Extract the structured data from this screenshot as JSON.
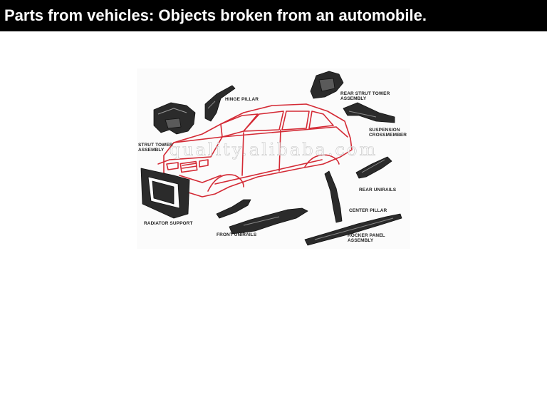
{
  "slide": {
    "title": "Parts from vehicles:  Objects broken from an automobile."
  },
  "figure": {
    "watermark": "quality.alibaba.com",
    "labels": {
      "hinge_pillar": "HINGE PILLAR",
      "rear_strut_tower_line1": "REAR STRUT TOWER",
      "rear_strut_tower_line2": "ASSEMBLY",
      "suspension_line1": "SUSPENSION",
      "suspension_line2": "CROSSMEMBER",
      "strut_tower_line1": "STRUT TOWER",
      "strut_tower_line2": "ASSEMBLY",
      "rear_unirails": "REAR  UNIRAILS",
      "center_pillar": "CENTER  PILLAR",
      "radiator_support": "RADIATOR SUPPORT",
      "front_unirails": "FRONT UNIRAILS",
      "rocker_panel_line1": "ROCKER  PANEL",
      "rocker_panel_line2": "ASSEMBLY"
    },
    "colors": {
      "car_outline": "#d42a35",
      "part_fill": "#2b2b2b"
    }
  }
}
